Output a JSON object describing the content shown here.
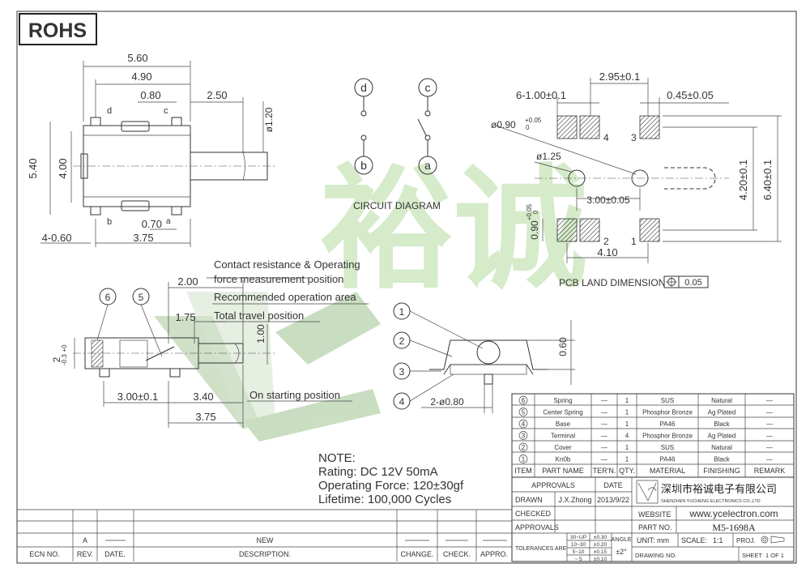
{
  "rohs": "ROHS",
  "top_view": {
    "dims": {
      "d560": "5.60",
      "d490": "4.90",
      "d080": "0.80",
      "d250": "2.50",
      "d120": "ø1.20",
      "d540": "5.40",
      "d400": "4.00",
      "d070": "0.70",
      "d375": "3.75",
      "d4060": "4-0.60"
    },
    "labels": {
      "c": "c",
      "d": "d",
      "a": "a",
      "b": "b"
    }
  },
  "circuit": {
    "title": "CIRCUIT DIAGRAM",
    "d": "d",
    "c": "c",
    "b": "b",
    "a": "a"
  },
  "pcb": {
    "d295": "2.95±0.1",
    "d6100": "6-1.00±0.1",
    "d045": "0.45±0.05",
    "d090": "ø0.90",
    "d090tol": "+0.05",
    "d090tol2": "0",
    "d125": "ø1.25",
    "d300": "3.00±0.05",
    "d420": "4.20±0.1",
    "d640": "6.40±0.1",
    "d090v": "0.90",
    "d090vtol": "+0.05",
    "d090vtol2": "0",
    "d410": "4.10",
    "n4": "4",
    "n3": "3",
    "n2": "2",
    "n1": "1",
    "title": "PCB LAND DIMENSION",
    "tol": "0.05"
  },
  "side_view": {
    "c1": "6",
    "c2": "5",
    "d200": "2.00",
    "d175": "1.75",
    "d100": "1.00",
    "d2": "2",
    "d2tol": "+0",
    "d2tol2": "-0.3",
    "d300": "3.00±0.1",
    "d340": "3.40",
    "d375": "3.75",
    "note1": "Contact resistance & Operating",
    "note2": "force measurement position",
    "note3": "Recommended operation area",
    "note4": "Total travel position",
    "note5": "On starting position"
  },
  "section_view": {
    "c1": "1",
    "c2": "2",
    "c3": "3",
    "c4": "4",
    "d060": "0.60",
    "d2080": "2-ø0.80"
  },
  "notes": {
    "title": "NOTE:",
    "rating": "Rating: DC 12V 50mA",
    "force": "Operating Force: 120±30gf",
    "life": "Lifetime:  100,000 Cycles"
  },
  "bom": {
    "headers": [
      "ITEM",
      "PART NAME",
      "TER'N.",
      "QTY.",
      "MATERIAL",
      "FINISHING",
      "REMARK"
    ],
    "rows": [
      {
        "item": "6",
        "name": "Spring",
        "tern": "—",
        "qty": "1",
        "mat": "SUS",
        "fin": "Natural",
        "rem": "—"
      },
      {
        "item": "5",
        "name": "Center Spring",
        "tern": "—",
        "qty": "1",
        "mat": "Phosphor Bronze",
        "fin": "Ag Plated",
        "rem": "—"
      },
      {
        "item": "4",
        "name": "Base",
        "tern": "—",
        "qty": "1",
        "mat": "PA46",
        "fin": "Black",
        "rem": "—"
      },
      {
        "item": "3",
        "name": "Terminal",
        "tern": "—",
        "qty": "4",
        "mat": "Phosphor Bronze",
        "fin": "Ag Plated",
        "rem": "—"
      },
      {
        "item": "2",
        "name": "Cover",
        "tern": "—",
        "qty": "1",
        "mat": "SUS",
        "fin": "Natural",
        "rem": "—"
      },
      {
        "item": "1",
        "name": "Kn0b",
        "tern": "—",
        "qty": "1",
        "mat": "PA46",
        "fin": "Black",
        "rem": "—"
      }
    ]
  },
  "title_block": {
    "approvals": "APPROVALS",
    "date": "DATE",
    "drawn": "DRAWN",
    "drawn_by": "J.X.Zhong",
    "drawn_date": "2013/9/22",
    "checked": "CHECKED",
    "approvals2": "APPROVALS",
    "company_cn": "深圳市裕诚电子有限公司",
    "company_en": "SHENZHEN YUCHENG ELECTRONICS CO.,LTD",
    "website_label": "WEBSITE",
    "website": "www.ycelectron.com",
    "part_no_label": "PART NO.",
    "part_no": "M5-1698A",
    "tolerances": "TOLERANCES ARE",
    "tol_rows": [
      [
        "30~UP",
        "±0.30"
      ],
      [
        "10~30",
        "±0.20"
      ],
      [
        "5~10",
        "±0.15"
      ],
      [
        "~ 5",
        "±0.10"
      ]
    ],
    "angle": "ANGLE",
    "angle_val": "±2°",
    "unit": "UNIT: mm",
    "scale": "SCALE:",
    "scale_val": "1:1",
    "proj": "PROJ.",
    "drawing_no": "DRAWING NO.",
    "sheet": "SHEET",
    "sheet_val": "1 OF 1"
  },
  "revision": {
    "rev_a": "A",
    "new": "NEW",
    "headers": [
      "ECN NO.",
      "REV.",
      "DATE.",
      "DESCRIPTION.",
      "CHANGE.",
      "CHECK.",
      "APPRO."
    ]
  },
  "watermark": "裕诚"
}
